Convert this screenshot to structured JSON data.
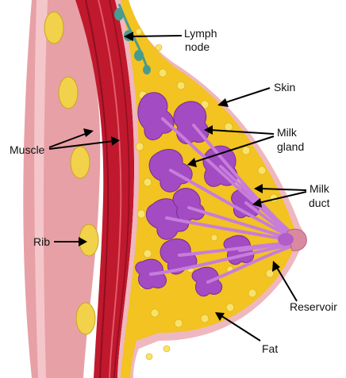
{
  "labels": {
    "lymph_node": [
      "Lymph",
      "node"
    ],
    "skin": "Skin",
    "milk_gland": [
      "Milk",
      "gland"
    ],
    "muscle": "Muscle",
    "milk_duct": [
      "Milk",
      "duct"
    ],
    "rib": "Rib",
    "reservoir": "Reservoir",
    "fat": "Fat"
  },
  "colors": {
    "muscle": "#c0182d",
    "muscle_dark": "#8e0f20",
    "chest_wall": "#e7a0a6",
    "fat": "#f2c321",
    "fat_light": "#f8e36a",
    "gland": "#a24bc2",
    "gland_light": "#c77ddb",
    "skin": "#efb7c0",
    "lymph": "#4a9b8f",
    "bone": "#f1d24a"
  }
}
